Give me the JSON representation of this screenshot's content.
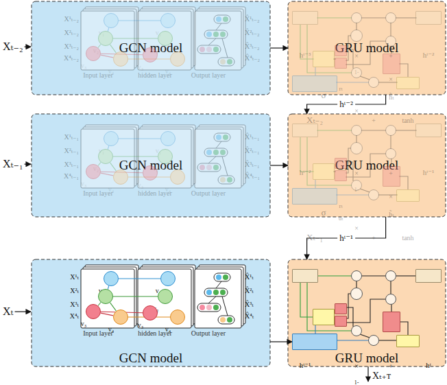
{
  "diagram": {
    "nodes": [
      {
        "text": [
          "GCN model"
        ]
      },
      {
        "text": [
          "Input layer"
        ],
        "in": 0
      },
      {
        "text": [
          "v₁"
        ],
        "in": 1
      },
      {
        "text": [
          "v₂"
        ],
        "in": 1
      },
      {
        "text": [
          "v₃"
        ],
        "in": 1
      },
      {
        "text": [
          "v₄"
        ],
        "in": 1
      },
      {
        "text": [
          "hidden layer"
        ],
        "in": 0
      },
      {
        "text": [
          "v₁"
        ],
        "in": 6
      },
      {
        "text": [
          "v₂"
        ],
        "in": 6
      },
      {
        "text": [
          "v₃"
        ],
        "in": 6
      },
      {
        "text": [
          "v₄"
        ],
        "in": 6
      },
      {
        "text": [
          "Output layer"
        ],
        "in": 0
      },
      {
        "text": [
          "GRU model"
        ]
      },
      {
        "text": [
          "hᵗ⁻³"
        ],
        "in": 12
      },
      {
        "text": [
          "hᵗ⁻²"
        ],
        "in": 12
      },
      {
        "text": [
          "σ"
        ],
        "in": 12
      },
      {
        "text": [
          "rₜ"
        ],
        "in": 12
      },
      {
        "text": [
          "uₜ"
        ],
        "in": 12
      },
      {
        "text": [
          "h̃ₜ"
        ],
        "in": 12
      },
      {
        "text": [
          "Xₜ₋₂"
        ],
        "in": 12
      },
      {
        "text": [
          "tanh"
        ],
        "in": 12
      },
      {
        "text": [
          "×"
        ],
        "in": 12
      },
      {
        "text": [
          "+"
        ],
        "in": 12
      },
      {
        "text": [
          "1-"
        ],
        "in": 12
      },
      {
        "text": [
          "×"
        ],
        "in": 12
      },
      {
        "text": [
          "×"
        ],
        "in": 12
      },
      {
        "text": [
          "+"
        ],
        "in": 12
      },
      {
        "text": [
          "GCN model"
        ]
      },
      {
        "text": [
          "Input layer"
        ],
        "in": 27
      },
      {
        "text": [
          "v₁"
        ],
        "in": 28
      },
      {
        "text": [
          "v₂"
        ],
        "in": 28
      },
      {
        "text": [
          "v₃"
        ],
        "in": 28
      },
      {
        "text": [
          "v₄"
        ],
        "in": 28
      },
      {
        "text": [
          "hidden layer"
        ],
        "in": 27
      },
      {
        "text": [
          "v₁"
        ],
        "in": 33
      },
      {
        "text": [
          "v₂"
        ],
        "in": 33
      },
      {
        "text": [
          "v₃"
        ],
        "in": 33
      },
      {
        "text": [
          "v₄"
        ],
        "in": 33
      },
      {
        "text": [
          "Output layer"
        ],
        "in": 27
      },
      {
        "text": [
          "GRU model"
        ]
      },
      {
        "text": [
          "hᵗ⁻²"
        ],
        "in": 39
      },
      {
        "text": [
          "hᵗ⁻¹"
        ],
        "in": 39
      },
      {
        "text": [
          "σ"
        ],
        "in": 39
      },
      {
        "text": [
          "rₜ"
        ],
        "in": 39
      },
      {
        "text": [
          "uₜ"
        ],
        "in": 39
      },
      {
        "text": [
          "h̃ₜ"
        ],
        "in": 39
      },
      {
        "text": [
          "Xₜ₋₁"
        ],
        "in": 39
      },
      {
        "text": [
          "tanh"
        ],
        "in": 39
      },
      {
        "text": [
          "×"
        ],
        "in": 39
      },
      {
        "text": [
          "+"
        ],
        "in": 39
      },
      {
        "text": [
          "1-"
        ],
        "in": 39
      },
      {
        "text": [
          "×"
        ],
        "in": 39
      },
      {
        "text": [
          "×"
        ],
        "in": 39
      },
      {
        "text": [
          "+"
        ],
        "in": 39
      },
      {
        "text": [
          "GCN model"
        ]
      },
      {
        "text": [
          "Input layer"
        ],
        "in": 54
      },
      {
        "text": [
          "v₁"
        ],
        "in": 55
      },
      {
        "text": [
          "v₂"
        ],
        "in": 55
      },
      {
        "text": [
          "v₃"
        ],
        "in": 55
      },
      {
        "text": [
          "v₄"
        ],
        "in": 55
      },
      {
        "text": [
          "hidden layer"
        ],
        "in": 54
      },
      {
        "text": [
          "v₁"
        ],
        "in": 60
      },
      {
        "text": [
          "v₂"
        ],
        "in": 60
      },
      {
        "text": [
          "v₃"
        ],
        "in": 60
      },
      {
        "text": [
          "v₄"
        ],
        "in": 60
      },
      {
        "text": [
          "Output layer"
        ],
        "in": 54
      },
      {
        "text": [
          "GRU model"
        ]
      },
      {
        "text": [
          "hᵗ⁻¹"
        ],
        "in": 66
      },
      {
        "text": [
          "hᵗ"
        ],
        "in": 66
      },
      {
        "text": [
          "σ"
        ],
        "in": 66
      },
      {
        "text": [
          "rₜ"
        ],
        "in": 66
      },
      {
        "text": [
          "uₜ"
        ],
        "in": 66
      },
      {
        "text": [
          "h̃ₜ"
        ],
        "in": 66
      },
      {
        "text": [
          "Xₜ"
        ],
        "in": 66
      },
      {
        "text": [
          "tanh"
        ],
        "in": 66
      },
      {
        "text": [
          "×"
        ],
        "in": 66
      },
      {
        "text": [
          "+"
        ],
        "in": 66
      },
      {
        "text": [
          "1-"
        ],
        "in": 66
      },
      {
        "text": [
          "×"
        ],
        "in": 66
      },
      {
        "text": [
          "×"
        ],
        "in": 66
      },
      {
        "text": [
          "+"
        ],
        "in": 66
      }
    ],
    "edges": [
      {
        "from": 2,
        "to": 7,
        "arrow": "none"
      },
      {
        "from": 3,
        "to": 8,
        "arrow": "none"
      },
      {
        "from": 4,
        "to": 9,
        "arrow": "none"
      },
      {
        "from": 5,
        "to": 10,
        "arrow": "none"
      },
      {
        "from": 2,
        "to": 3,
        "arrow": "none"
      },
      {
        "from": 3,
        "to": 4,
        "arrow": "none"
      },
      {
        "from": 3,
        "to": 5,
        "arrow": "none"
      },
      {
        "from": 4,
        "to": 5,
        "arrow": "none"
      },
      {
        "from": 0,
        "to": 12,
        "arrow": "to"
      },
      {
        "from": 29,
        "to": 34,
        "arrow": "none"
      },
      {
        "from": 30,
        "to": 35,
        "arrow": "none"
      },
      {
        "from": 31,
        "to": 36,
        "arrow": "none"
      },
      {
        "from": 32,
        "to": 37,
        "arrow": "none"
      },
      {
        "from": 29,
        "to": 30,
        "arrow": "none"
      },
      {
        "from": 30,
        "to": 31,
        "arrow": "none"
      },
      {
        "from": 30,
        "to": 32,
        "arrow": "none"
      },
      {
        "from": 31,
        "to": 32,
        "arrow": "none"
      },
      {
        "from": 27,
        "to": 39,
        "arrow": "to"
      },
      {
        "from": 56,
        "to": 61,
        "arrow": "none"
      },
      {
        "from": 57,
        "to": 62,
        "arrow": "none"
      },
      {
        "from": 58,
        "to": 63,
        "arrow": "none"
      },
      {
        "from": 59,
        "to": 64,
        "arrow": "none"
      },
      {
        "from": 56,
        "to": 57,
        "arrow": "none"
      },
      {
        "from": 57,
        "to": 58,
        "arrow": "none"
      },
      {
        "from": 57,
        "to": 59,
        "arrow": "none"
      },
      {
        "from": 58,
        "to": 59,
        "arrow": "none"
      },
      {
        "from": 54,
        "to": 73,
        "arrow": "to"
      },
      {
        "from": 12,
        "to": 39,
        "label": "hᵗ⁻²",
        "arrow": "to"
      },
      {
        "from": 39,
        "to": 66,
        "label": "hᵗ⁻¹",
        "arrow": "to"
      }
    ],
    "labels": [
      "Xₜ₋₂",
      "Xₜ₋₁",
      "Xₜ",
      "Xₜ₊ᴛ",
      "X¹ₜ₋₂",
      "X²ₜ₋₂",
      "X³ₜ₋₂",
      "X⁴ₜ₋₂",
      "X̂¹ₜ₋₂",
      "X̂²ₜ₋₂",
      "X̂³ₜ₋₂",
      "X̂⁴ₜ₋₂",
      "X¹ₜ₋₁",
      "X²ₜ₋₁",
      "X³ₜ₋₁",
      "X⁴ₜ₋₁",
      "X̂¹ₜ₋₁",
      "X̂²ₜ₋₁",
      "X̂³ₜ₋₁",
      "X̂⁴ₜ₋₁",
      "X¹ₜ",
      "X²ₜ",
      "X³ₜ",
      "X⁴ₜ",
      "X̂¹ₜ",
      "X̂²ₜ",
      "X̂³ₜ",
      "X̂⁴ₜ"
    ]
  }
}
